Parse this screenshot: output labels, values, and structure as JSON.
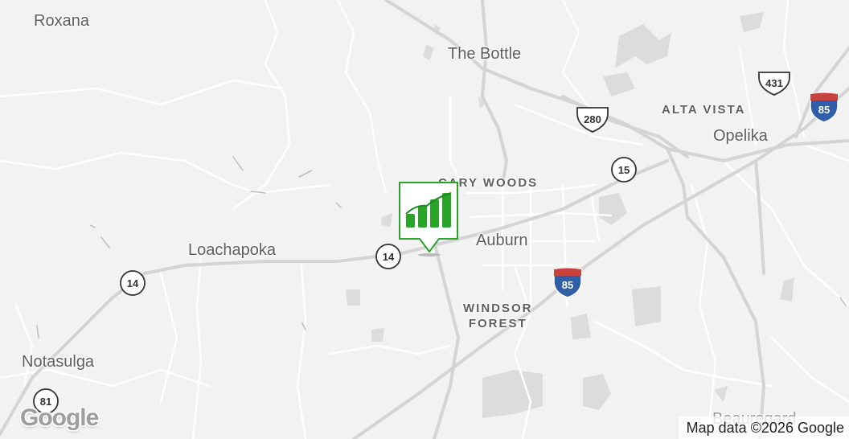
{
  "map": {
    "places": {
      "roxana": "Roxana",
      "the_bottle": "The Bottle",
      "alta_vista": "ALTA VISTA",
      "opelika": "Opelika",
      "cary_woods": "CARY WOODS",
      "auburn": "Auburn",
      "loachapoka": "Loachapoka",
      "windsor_forest_line1": "WINDSOR",
      "windsor_forest_line2": "FOREST",
      "notasulga": "Notasulga",
      "beauregard": "Beauregard"
    },
    "routes": {
      "us_431": "431",
      "us_280": "280",
      "i_85_east": "85",
      "i_85_center": "85",
      "al_15": "15",
      "al_14_center": "14",
      "al_14_west": "14",
      "al_81": "81"
    },
    "attribution": "Map data ©2026 Google",
    "logo": "Google",
    "colors": {
      "land": "#f2f2f2",
      "road": "#ffffff",
      "major_road": "#d6d6d6",
      "parks": "#d9d9d9",
      "marker_green": "#2aa52a",
      "interstate_blue": "#2f5fa6",
      "interstate_red": "#c8423d"
    },
    "marker": {
      "icon": "signal-bars-icon"
    }
  }
}
